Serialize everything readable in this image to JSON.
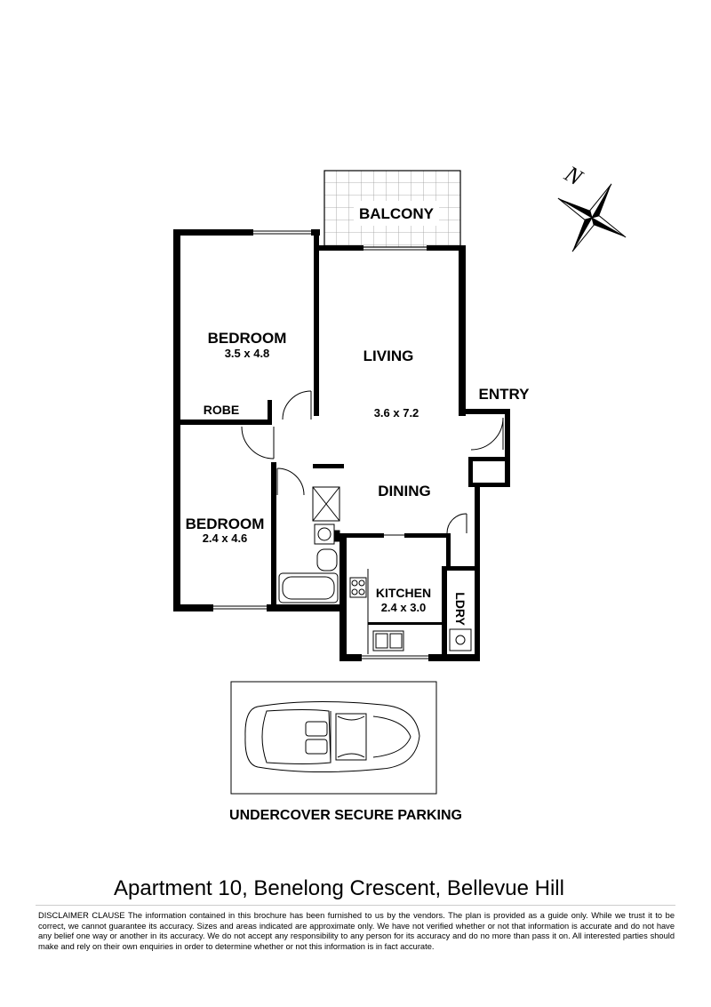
{
  "rooms": {
    "balcony": "BALCONY",
    "bedroom1": {
      "name": "BEDROOM",
      "dims": "3.5 x 4.8"
    },
    "robe": "ROBE",
    "living": "LIVING",
    "living_dims": "3.6 x 7.2",
    "entry": "ENTRY",
    "dining": "DINING",
    "bedroom2": {
      "name": "BEDROOM",
      "dims": "2.4 x 4.6"
    },
    "kitchen": {
      "name": "KITCHEN",
      "dims": "2.4 x 3.0"
    },
    "laundry": "LDRY"
  },
  "compass": {
    "north": "N"
  },
  "parking": {
    "label": "UNDERCOVER SECURE PARKING"
  },
  "title": "Apartment 10, Benelong Crescent, Bellevue Hill",
  "disclaimer": {
    "heading": "DISCLAIMER CLAUSE",
    "text": "The information contained in this brochure has been furnished to us by the vendors. The plan is provided as a guide only. While we trust it to be correct, we cannot guarantee its accuracy. Sizes and areas indicated are approximate only. We have not verified whether or not that information is accurate and do not have any belief one way or another in its accuracy. We do not accept any responsibility to any person for its accuracy and do no more than pass it on. All interested parties should make and rely on their own enquiries in order to determine whether or not this information is in fact accurate."
  }
}
